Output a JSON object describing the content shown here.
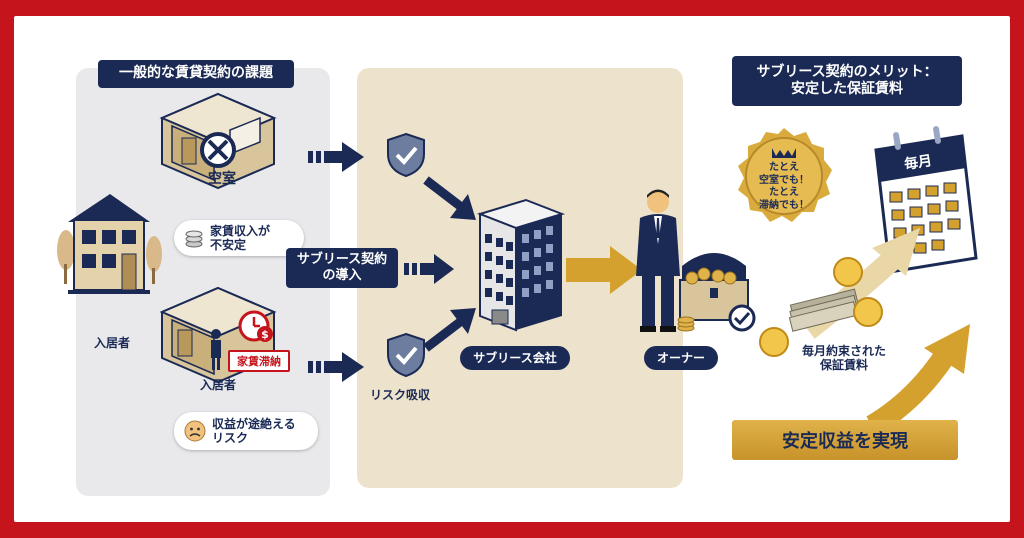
{
  "left_panel": {
    "title": "一般的な賃貸契約の課題",
    "vacancy_label": "空室",
    "vacancy_bubble": "家賃収入が\n不安定",
    "tenant_label_outer": "入居者",
    "tenant_label_room": "入居者",
    "arrears_tag": "家賃滞納",
    "risk_bubble": "収益が途絶える\nリスク"
  },
  "middle_panel": {
    "intro_label": "サブリース契約\nの導入",
    "risk_absorb_label": "リスク吸収",
    "company_label": "サブリース会社",
    "owner_label": "オーナー"
  },
  "right_panel": {
    "title": "サブリース契約のメリット：\n安定した保証賃料",
    "medal_text": "たとえ\n空室でも！\nたとえ\n滞納でも！",
    "calendar_label": "毎月",
    "payment_label": "毎月約束された\n保証賃料",
    "banner": "安定収益を実現"
  },
  "colors": {
    "navy": "#1b2a55",
    "gold": "#d4a12e",
    "beige": "#ede2cb",
    "gray": "#e9e9ec",
    "frame_red": "#c5141c"
  }
}
